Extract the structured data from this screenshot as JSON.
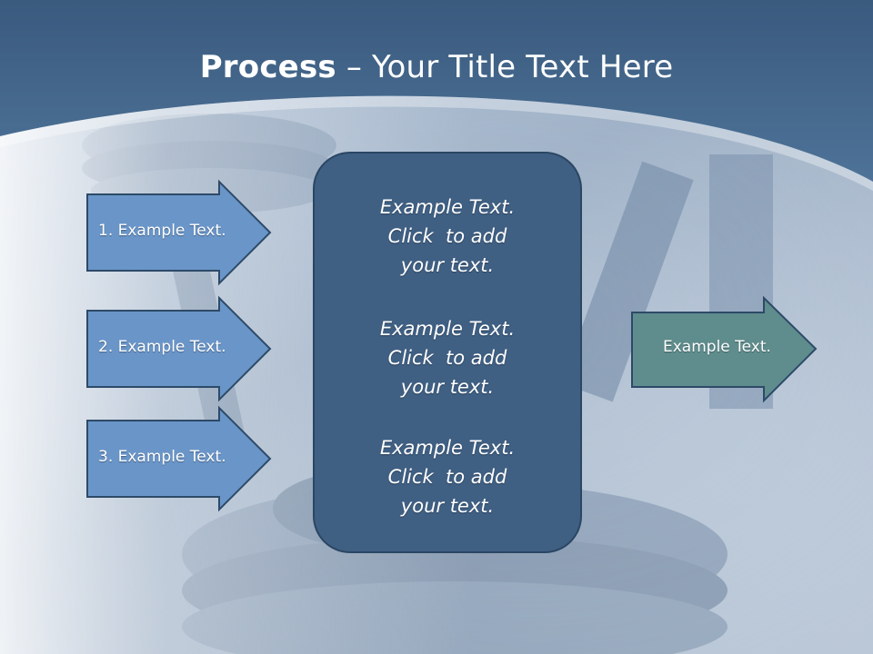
{
  "title": {
    "bold": "Process",
    "rest": " – Your Title Text Here"
  },
  "left_steps": [
    {
      "label": "1. Example Text."
    },
    {
      "label": "2. Example Text."
    },
    {
      "label": "3. Example Text."
    }
  ],
  "center_box": {
    "blocks": [
      {
        "lines": [
          "Example Text.",
          "Click  to add",
          "your text."
        ]
      },
      {
        "lines": [
          "Example Text.",
          "Click  to add",
          "your text."
        ]
      },
      {
        "lines": [
          "Example Text.",
          "Click  to add",
          "your text."
        ]
      }
    ]
  },
  "right_output": {
    "label": "Example Text."
  },
  "colors": {
    "header": "#456b8f",
    "left_arrow_fill": "#6a95c8",
    "center_box_fill": "#3f5f83",
    "right_arrow_fill": "#5f8c8c",
    "outline": "#2d4a68"
  }
}
